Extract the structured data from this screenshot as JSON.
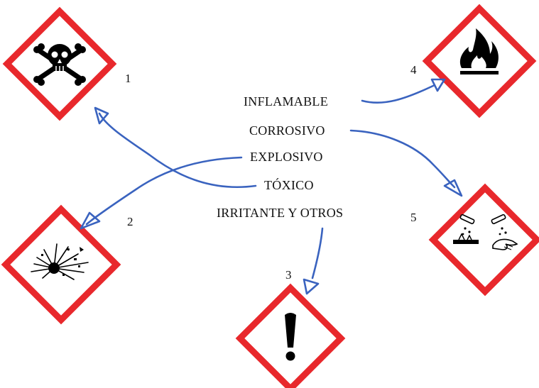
{
  "labels": {
    "inflamable": "INFLAMABLE",
    "corrosivo": "CORROSIVO",
    "explosivo": "EXPLOSIVO",
    "toxico": "TÓXICO",
    "irritante": "IRRITANTE Y OTROS"
  },
  "numbers": {
    "n1": "1",
    "n2": "2",
    "n3": "3",
    "n4": "4",
    "n5": "5"
  },
  "pictograms": {
    "toxic": "skull-crossbones-icon",
    "explosive": "exploding-bomb-icon",
    "irritant": "exclamation-mark-icon",
    "flammable": "flame-icon",
    "corrosive": "corrosion-icon"
  },
  "colors": {
    "diamond_border": "#e8282c",
    "arrow": "#3a63bf",
    "symbol": "#000000"
  }
}
